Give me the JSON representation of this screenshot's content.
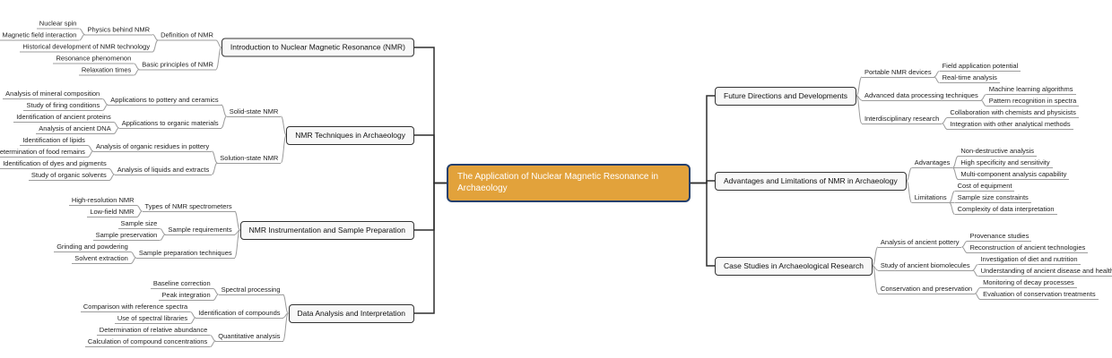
{
  "title": "The Application of Nuclear Magnetic Resonance in Archaeology",
  "colors": {
    "root_fill": "#e2a23b",
    "root_border": "#24406e",
    "root_text": "#ffffff",
    "branch_fill": "#f8f8f8",
    "branch_border": "#333333",
    "link_primary": "#2f2f2f",
    "link_secondary": "#9c9c9c",
    "text": "#222222",
    "background": "#ffffff"
  },
  "mindmap": {
    "root": {
      "label": "The Application of Nuclear Magnetic Resonance in Archaeology"
    },
    "left": [
      {
        "label": "Introduction to Nuclear Magnetic Resonance (NMR)",
        "children": [
          {
            "label": "Definition of NMR",
            "children": [
              {
                "label": "Physics behind NMR",
                "children": [
                  {
                    "label": "Nuclear spin"
                  },
                  {
                    "label": "Magnetic field interaction"
                  }
                ]
              },
              {
                "label": "Historical development of NMR technology"
              }
            ]
          },
          {
            "label": "Basic principles of NMR",
            "children": [
              {
                "label": "Resonance phenomenon"
              },
              {
                "label": "Relaxation times"
              }
            ]
          }
        ]
      },
      {
        "label": "NMR Techniques in Archaeology",
        "children": [
          {
            "label": "Solid-state NMR",
            "children": [
              {
                "label": "Applications to pottery and ceramics",
                "children": [
                  {
                    "label": "Analysis of mineral composition"
                  },
                  {
                    "label": "Study of firing conditions"
                  }
                ]
              },
              {
                "label": "Applications to organic materials",
                "children": [
                  {
                    "label": "Identification of ancient proteins"
                  },
                  {
                    "label": "Analysis of ancient DNA"
                  }
                ]
              }
            ]
          },
          {
            "label": "Solution-state NMR",
            "children": [
              {
                "label": "Analysis of organic residues in pottery",
                "children": [
                  {
                    "label": "Identification of lipids"
                  },
                  {
                    "label": "Determination of food remains"
                  }
                ]
              },
              {
                "label": "Analysis of liquids and extracts",
                "children": [
                  {
                    "label": "Identification of dyes and pigments"
                  },
                  {
                    "label": "Study of organic solvents"
                  }
                ]
              }
            ]
          }
        ]
      },
      {
        "label": "NMR Instrumentation and Sample Preparation",
        "children": [
          {
            "label": "Types of NMR spectrometers",
            "children": [
              {
                "label": "High-resolution NMR"
              },
              {
                "label": "Low-field NMR"
              }
            ]
          },
          {
            "label": "Sample requirements",
            "children": [
              {
                "label": "Sample size"
              },
              {
                "label": "Sample preservation"
              }
            ]
          },
          {
            "label": "Sample preparation techniques",
            "children": [
              {
                "label": "Grinding and powdering"
              },
              {
                "label": "Solvent extraction"
              }
            ]
          }
        ]
      },
      {
        "label": "Data Analysis and Interpretation",
        "children": [
          {
            "label": "Spectral processing",
            "children": [
              {
                "label": "Baseline correction"
              },
              {
                "label": "Peak integration"
              }
            ]
          },
          {
            "label": "Identification of compounds",
            "children": [
              {
                "label": "Comparison with reference spectra"
              },
              {
                "label": "Use of spectral libraries"
              }
            ]
          },
          {
            "label": "Quantitative analysis",
            "children": [
              {
                "label": "Determination of relative abundance"
              },
              {
                "label": "Calculation of compound concentrations"
              }
            ]
          }
        ]
      }
    ],
    "right": [
      {
        "label": "Future Directions and Developments",
        "children": [
          {
            "label": "Portable NMR devices",
            "children": [
              {
                "label": "Field application potential"
              },
              {
                "label": "Real-time analysis"
              }
            ]
          },
          {
            "label": "Advanced data processing techniques",
            "children": [
              {
                "label": "Machine learning algorithms"
              },
              {
                "label": "Pattern recognition in spectra"
              }
            ]
          },
          {
            "label": "Interdisciplinary research",
            "children": [
              {
                "label": "Collaboration with chemists and physicists"
              },
              {
                "label": "Integration with other analytical methods"
              }
            ]
          }
        ]
      },
      {
        "label": "Advantages and Limitations of NMR in Archaeology",
        "children": [
          {
            "label": "Advantages",
            "children": [
              {
                "label": "Non-destructive analysis"
              },
              {
                "label": "High specificity and sensitivity"
              },
              {
                "label": "Multi-component analysis capability"
              }
            ]
          },
          {
            "label": "Limitations",
            "children": [
              {
                "label": "Cost of equipment"
              },
              {
                "label": "Sample size constraints"
              },
              {
                "label": "Complexity of data interpretation"
              }
            ]
          }
        ]
      },
      {
        "label": "Case Studies in Archaeological Research",
        "children": [
          {
            "label": "Analysis of ancient pottery",
            "children": [
              {
                "label": "Provenance studies"
              },
              {
                "label": "Reconstruction of ancient technologies"
              }
            ]
          },
          {
            "label": "Study of ancient biomolecules",
            "children": [
              {
                "label": "Investigation of diet and nutrition"
              },
              {
                "label": "Understanding of ancient disease and health"
              }
            ]
          },
          {
            "label": "Conservation and preservation",
            "children": [
              {
                "label": "Monitoring of decay processes"
              },
              {
                "label": "Evaluation of conservation treatments"
              }
            ]
          }
        ]
      }
    ]
  }
}
